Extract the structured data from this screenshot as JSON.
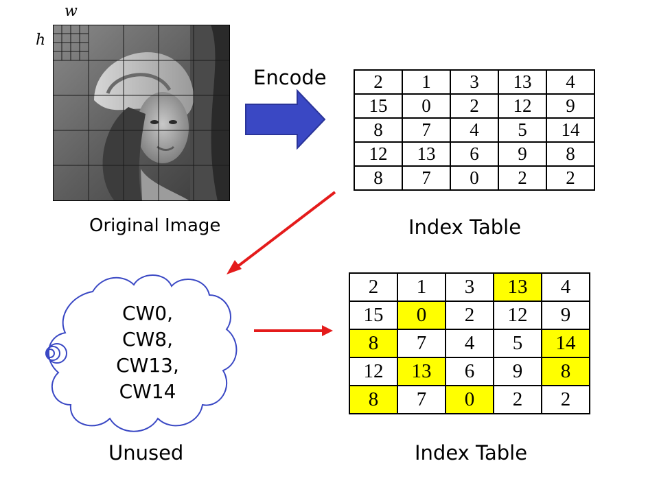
{
  "image": {
    "caption": "Original Image",
    "width_symbol": "w",
    "height_symbol": "h"
  },
  "encode_label": "Encode",
  "index_table_top": {
    "caption": "Index Table",
    "rows": [
      [
        "2",
        "1",
        "3",
        "13",
        "4"
      ],
      [
        "15",
        "0",
        "2",
        "12",
        "9"
      ],
      [
        "8",
        "7",
        "4",
        "5",
        "14"
      ],
      [
        "12",
        "13",
        "6",
        "9",
        "8"
      ],
      [
        "8",
        "7",
        "0",
        "2",
        "2"
      ]
    ]
  },
  "unused": {
    "lines": [
      "CW0,",
      "CW8,",
      "CW13,",
      "CW14"
    ],
    "caption": "Unused"
  },
  "index_table_bottom": {
    "caption": "Index Table",
    "rows": [
      [
        "2",
        "1",
        "3",
        "13",
        "4"
      ],
      [
        "15",
        "0",
        "2",
        "12",
        "9"
      ],
      [
        "8",
        "7",
        "4",
        "5",
        "14"
      ],
      [
        "12",
        "13",
        "6",
        "9",
        "8"
      ],
      [
        "8",
        "7",
        "0",
        "2",
        "2"
      ]
    ],
    "highlight_values": [
      "0",
      "8",
      "13",
      "14"
    ],
    "highlight_color": "#ffff00"
  },
  "colors": {
    "encode_arrow": "#3a48c4",
    "red_arrow": "#e41b1b",
    "cloud_stroke": "#3a48c4"
  }
}
